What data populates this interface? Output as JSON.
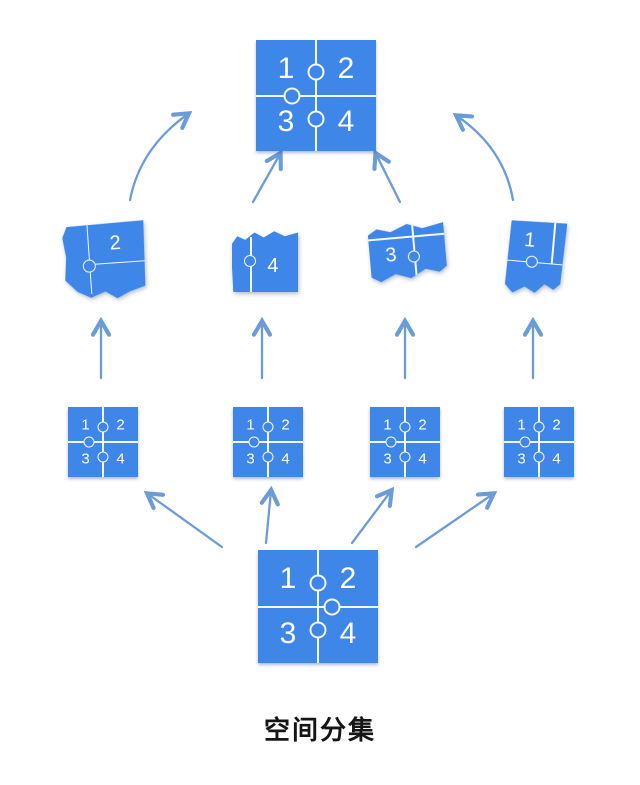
{
  "caption": "空间分集",
  "colors": {
    "tile_blue": "#3E86E8",
    "arrow_blue": "#6C9BD9",
    "divider_white": "#FFFFFF"
  },
  "top_square": {
    "q1": "1",
    "q2": "2",
    "q3": "3",
    "q4": "4"
  },
  "bottom_square": {
    "q1": "1",
    "q2": "2",
    "q3": "3",
    "q4": "4"
  },
  "small_squares": [
    {
      "q1": "1",
      "q2": "2",
      "q3": "3",
      "q4": "4"
    },
    {
      "q1": "1",
      "q2": "2",
      "q3": "3",
      "q4": "4"
    },
    {
      "q1": "1",
      "q2": "2",
      "q3": "3",
      "q4": "4"
    },
    {
      "q1": "1",
      "q2": "2",
      "q3": "3",
      "q4": "4"
    }
  ],
  "torn_pieces": [
    {
      "label": "2"
    },
    {
      "label": "4"
    },
    {
      "label": "3"
    },
    {
      "label": "1"
    }
  ]
}
